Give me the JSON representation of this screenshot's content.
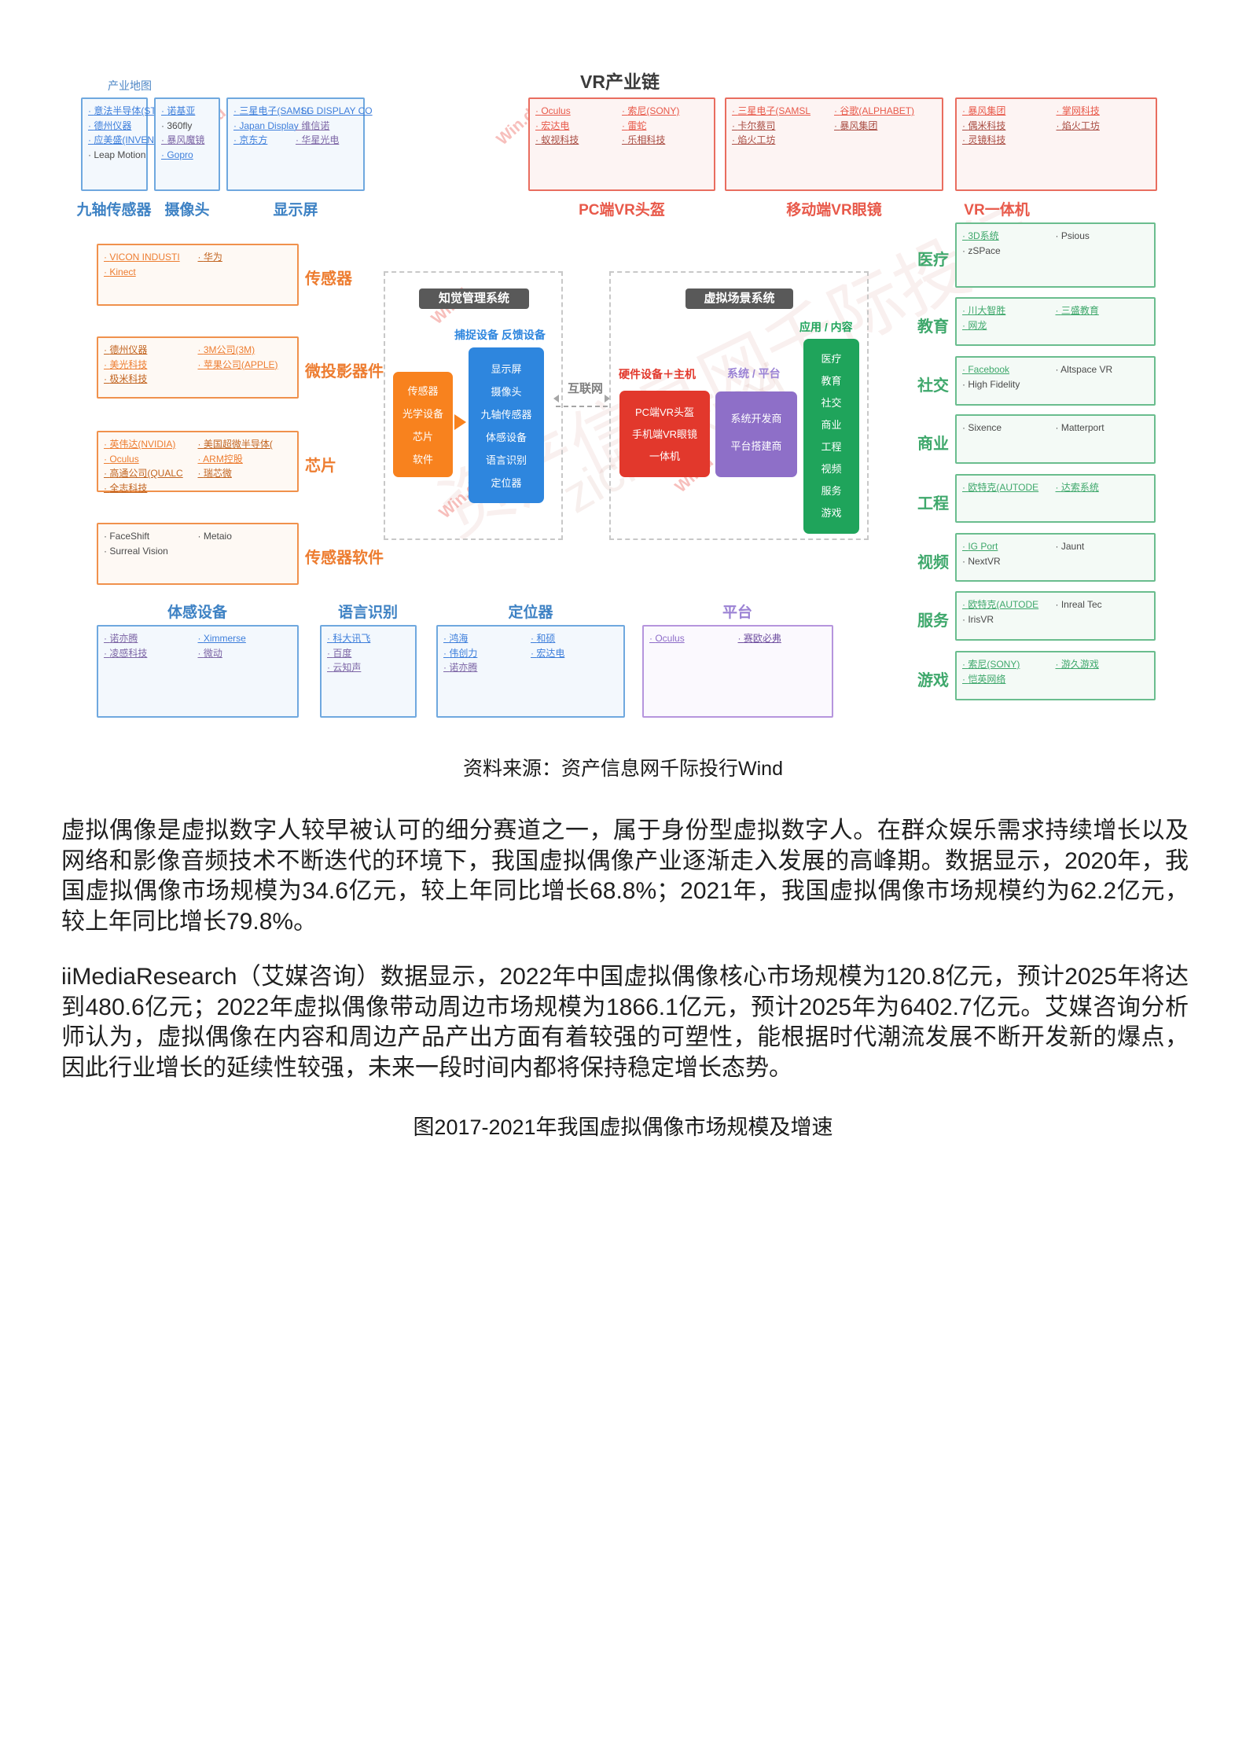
{
  "page": {
    "map_label": "产业地图",
    "title": "VR产业链",
    "source": "资料来源：资产信息网千际投行Wind",
    "para1": "虚拟偶像是虚拟数字人较早被认可的细分赛道之一，属于身份型虚拟数字人。在群众娱乐需求持续增长以及网络和影像音频技术不断迭代的环境下，我国虚拟偶像产业逐渐走入发展的高峰期。数据显示，2020年，我国虚拟偶像市场规模为34.6亿元，较上年同比增长68.8%；2021年，我国虚拟偶像市场规模约为62.2亿元，较上年同比增长79.8%。",
    "para2": "iiMediaResearch（艾媒咨询）数据显示，2022年中国虚拟偶像核心市场规模为120.8亿元，预计2025年将达到480.6亿元；2022年虚拟偶像带动周边市场规模为1866.1亿元，预计2025年为6402.7亿元。艾媒咨询分析师认为，虚拟偶像在内容和周边产品产出方面有着较强的可塑性，能根据时代潮流发展不断开发新的爆点，因此行业增长的延续性较强，未来一段时间内都将保持稳定增长态势。",
    "caption": "图2017-2021年我国虚拟偶像市场规模及增速"
  },
  "watermarks": {
    "brand": "Win.d",
    "site": "资产信息网千际投行",
    "site_latin": "zichanxinxi"
  },
  "colors": {
    "blue_link": "#3D7EDB",
    "red_link": "#E8594A",
    "orange_link": "#ED7D31",
    "green_link": "#3FA86C",
    "purple_link": "#8D6CC8",
    "header_bg": "#595959",
    "solid_blue": "#2E86DE",
    "solid_orange": "#F8821E",
    "solid_red": "#E2382C",
    "solid_purple": "#8E6FC8",
    "solid_green": "#1FA45B"
  },
  "chain": {
    "top": [
      {
        "label": "九轴传感器",
        "c1": [
          {
            "t": "意法半导体(STM)",
            "s": "link"
          },
          {
            "t": "德州仪器",
            "s": "link"
          },
          {
            "t": "应美盛(INVENSE",
            "s": "link"
          },
          {
            "t": "Leap Motion",
            "s": "plain"
          }
        ],
        "c2": []
      },
      {
        "label": "摄像头",
        "c1": [
          {
            "t": "诺基亚",
            "s": "link"
          },
          {
            "t": "360fly",
            "s": "plain"
          },
          {
            "t": "暴风魔镜",
            "s": "visited"
          },
          {
            "t": "Gopro",
            "s": "link"
          }
        ],
        "c2": []
      },
      {
        "label": "显示屏",
        "c1": [
          {
            "t": "三星电子(SAMSL",
            "s": "link"
          },
          {
            "t": "Japan Display",
            "s": "link"
          },
          {
            "t": "京东方",
            "s": "link"
          }
        ],
        "c2": [
          {
            "t": "LG DISPLAY CO",
            "s": "link"
          },
          {
            "t": "维信诺",
            "s": "visited"
          },
          {
            "t": "华星光电",
            "s": "visited"
          }
        ]
      },
      {
        "label": "PC端VR头盔",
        "c1": [
          {
            "t": "Oculus",
            "s": "link"
          },
          {
            "t": "宏达电",
            "s": "link"
          },
          {
            "t": "蚁视科技",
            "s": "visited"
          }
        ],
        "c2": [
          {
            "t": "索尼(SONY)",
            "s": "link"
          },
          {
            "t": "雷蛇",
            "s": "link"
          },
          {
            "t": "乐相科技",
            "s": "visited"
          }
        ]
      },
      {
        "label": "移动端VR眼镜",
        "c1": [
          {
            "t": "三星电子(SAMSL",
            "s": "link"
          },
          {
            "t": "卡尔蔡司",
            "s": "visited"
          },
          {
            "t": "焰火工坊",
            "s": "visited"
          }
        ],
        "c2": [
          {
            "t": "谷歌(ALPHABET)",
            "s": "link"
          },
          {
            "t": "暴风集团",
            "s": "visited"
          }
        ]
      },
      {
        "label": "VR一体机",
        "c1": [
          {
            "t": "暴风集团",
            "s": "link"
          },
          {
            "t": "偶米科技",
            "s": "visited"
          },
          {
            "t": "灵镜科技",
            "s": "visited"
          }
        ],
        "c2": [
          {
            "t": "掌网科技",
            "s": "link"
          },
          {
            "t": "焰火工坊",
            "s": "visited"
          }
        ]
      }
    ],
    "left": [
      {
        "label": "传感器",
        "c1": [
          {
            "t": "VICON INDUSTI",
            "s": "link"
          },
          {
            "t": "Kinect",
            "s": "link"
          }
        ],
        "c2": [
          {
            "t": "华为",
            "s": "visited"
          }
        ]
      },
      {
        "label": "微投影器件",
        "c1": [
          {
            "t": "德州仪器",
            "s": "visited"
          },
          {
            "t": "美光科技",
            "s": "link"
          },
          {
            "t": "极米科技",
            "s": "visited"
          }
        ],
        "c2": [
          {
            "t": "3M公司(3M)",
            "s": "link"
          },
          {
            "t": "苹果公司(APPLE)",
            "s": "link"
          }
        ]
      },
      {
        "label": "芯片",
        "c1": [
          {
            "t": "英伟达(NVIDIA)",
            "s": "link"
          },
          {
            "t": "Oculus",
            "s": "link"
          },
          {
            "t": "高通公司(QUALC",
            "s": "visited"
          },
          {
            "t": "全志科技",
            "s": "visited"
          }
        ],
        "c2": [
          {
            "t": "美国超微半导体(",
            "s": "visited"
          },
          {
            "t": "ARM控股",
            "s": "link"
          },
          {
            "t": "瑞芯微",
            "s": "visited"
          }
        ]
      },
      {
        "label": "传感器软件",
        "c1": [
          {
            "t": "FaceShift",
            "s": "plain"
          },
          {
            "t": "Surreal Vision",
            "s": "plain"
          }
        ],
        "c2": [
          {
            "t": "Metaio",
            "s": "plain"
          }
        ]
      }
    ],
    "perception": {
      "header": "知觉管理系统",
      "devices_label": "捕捉设备  反馈设备",
      "input_stack": [
        "传感器",
        "光学设备",
        "芯片",
        "软件"
      ],
      "output_stack": [
        "显示屏",
        "摄像头",
        "九轴传感器",
        "体感设备",
        "语言识别",
        "定位器"
      ]
    },
    "internet_label": "互联网",
    "scene": {
      "header": "虚拟场景系统",
      "hw_label": "硬件设备＋主机",
      "hw_stack": [
        "PC端VR头盔",
        "手机端VR眼镜",
        "一体机"
      ],
      "sys_label": "系统 / 平台",
      "sys_stack": [
        "系统开发商",
        "平台搭建商"
      ],
      "app_label": "应用 / 内容",
      "app_stack": [
        "医疗",
        "教育",
        "社交",
        "商业",
        "工程",
        "视频",
        "服务",
        "游戏"
      ]
    },
    "right": [
      {
        "label": "医疗",
        "c1": [
          {
            "t": "3D系统",
            "s": "link"
          },
          {
            "t": "zSPace",
            "s": "plain"
          }
        ],
        "c2": [
          {
            "t": "Psious",
            "s": "plain"
          }
        ]
      },
      {
        "label": "教育",
        "c1": [
          {
            "t": "川大智胜",
            "s": "link"
          },
          {
            "t": "网龙",
            "s": "link"
          }
        ],
        "c2": [
          {
            "t": "三盛教育",
            "s": "link"
          }
        ]
      },
      {
        "label": "社交",
        "c1": [
          {
            "t": "Facebook",
            "s": "link"
          },
          {
            "t": "High Fidelity",
            "s": "plain"
          }
        ],
        "c2": [
          {
            "t": "Altspace VR",
            "s": "plain"
          }
        ]
      },
      {
        "label": "商业",
        "c1": [
          {
            "t": "Sixence",
            "s": "plain"
          }
        ],
        "c2": [
          {
            "t": "Matterport",
            "s": "plain"
          }
        ]
      },
      {
        "label": "工程",
        "c1": [
          {
            "t": "欧特克(AUTODE",
            "s": "link"
          }
        ],
        "c2": [
          {
            "t": "达索系统",
            "s": "link"
          }
        ]
      },
      {
        "label": "视频",
        "c1": [
          {
            "t": "IG Port",
            "s": "link"
          },
          {
            "t": "NextVR",
            "s": "plain"
          }
        ],
        "c2": [
          {
            "t": "Jaunt",
            "s": "plain"
          }
        ]
      },
      {
        "label": "服务",
        "c1": [
          {
            "t": "欧特克(AUTODE",
            "s": "link"
          },
          {
            "t": "IrisVR",
            "s": "plain"
          }
        ],
        "c2": [
          {
            "t": "Inreal Tec",
            "s": "plain"
          }
        ]
      },
      {
        "label": "游戏",
        "c1": [
          {
            "t": "索尼(SONY)",
            "s": "link"
          },
          {
            "t": "恺英网络",
            "s": "link"
          }
        ],
        "c2": [
          {
            "t": "游久游戏",
            "s": "link"
          }
        ]
      }
    ],
    "bottom": [
      {
        "label": "体感设备",
        "c1": [
          {
            "t": "诺亦腾",
            "s": "visited"
          },
          {
            "t": "凌感科技",
            "s": "visited"
          }
        ],
        "c2": [
          {
            "t": "Ximmerse",
            "s": "link"
          },
          {
            "t": "微动",
            "s": "visited"
          }
        ]
      },
      {
        "label": "语言识别",
        "c1": [
          {
            "t": "科大讯飞",
            "s": "link"
          },
          {
            "t": "百度",
            "s": "visited"
          },
          {
            "t": "云知声",
            "s": "visited"
          }
        ],
        "c2": []
      },
      {
        "label": "定位器",
        "c1": [
          {
            "t": "鸿海",
            "s": "link"
          },
          {
            "t": "伟创力",
            "s": "link"
          },
          {
            "t": "诺亦腾",
            "s": "visited"
          }
        ],
        "c2": [
          {
            "t": "和硕",
            "s": "link"
          },
          {
            "t": "宏达电",
            "s": "link"
          }
        ]
      },
      {
        "label": "平台",
        "c1": [
          {
            "t": "Oculus",
            "s": "link"
          }
        ],
        "c2": [
          {
            "t": "赛欧必弗",
            "s": "visited"
          }
        ]
      }
    ]
  }
}
